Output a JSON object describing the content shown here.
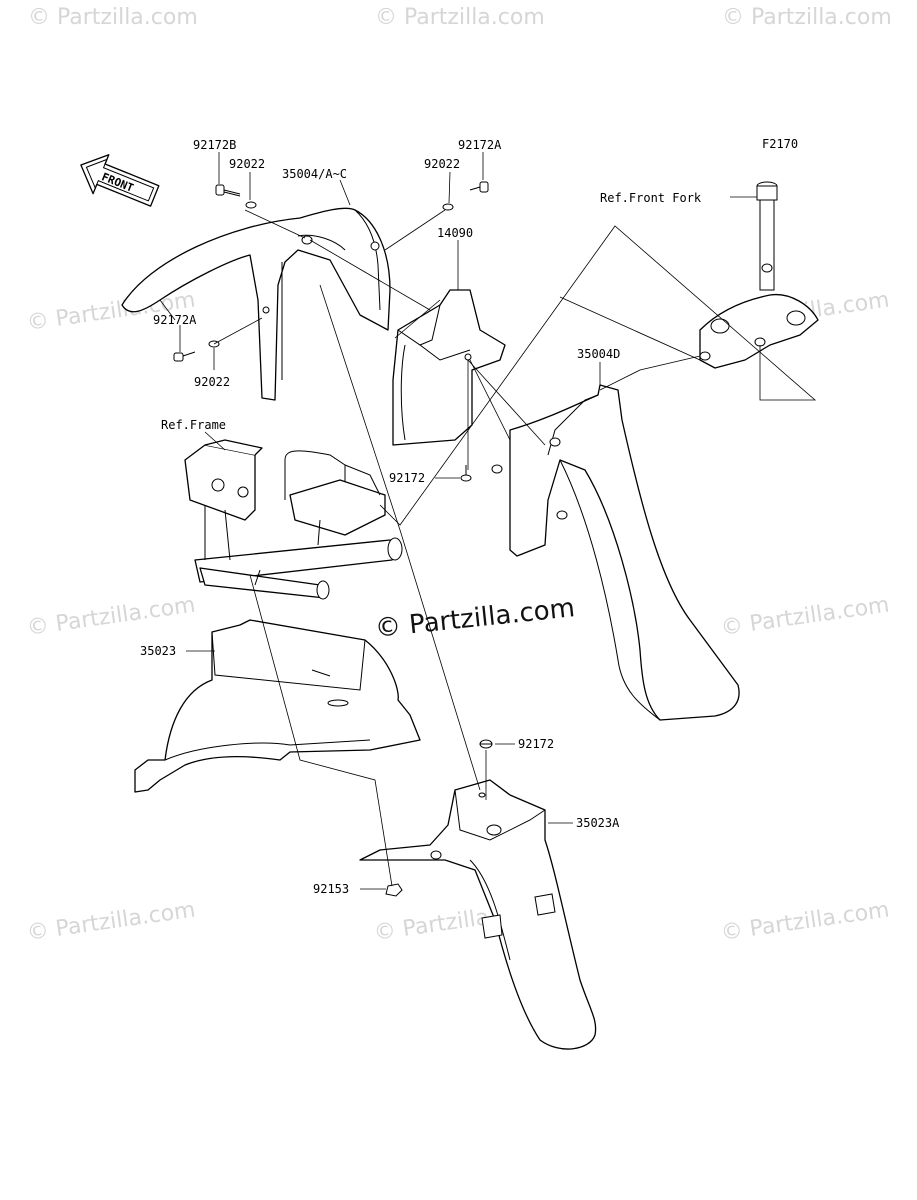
{
  "diagram_code": "F2170",
  "front_label": "FRONT",
  "watermark_center": "© Partzilla.com",
  "watermark": "© Partzilla.com",
  "labels": {
    "p92172B": "92172B",
    "p92022_a": "92022",
    "p35004AC": "35004/A~C",
    "p92022_b": "92022",
    "p92172A_top": "92172A",
    "p14090": "14090",
    "ref_front_fork": "Ref.Front Fork",
    "p35004D": "35004D",
    "p92172A_left": "92172A",
    "p92022_c": "92022",
    "ref_frame": "Ref.Frame",
    "p92172_mid": "92172",
    "p35023": "35023",
    "p92172_low": "92172",
    "p35023A": "35023A",
    "p92153": "92153"
  }
}
